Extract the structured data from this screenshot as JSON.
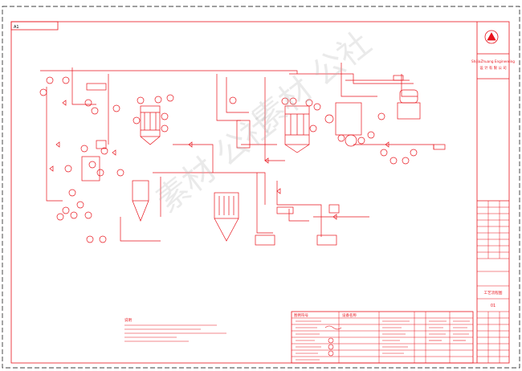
{
  "drawing": {
    "border_color": "#e8141c",
    "sheet_color": "#ffffff",
    "zone_mark": "A1",
    "company_name": "ShiJiaZhuang Engineering",
    "company_subtitle": "设 计 有 限 公 司",
    "drawing_title": "工艺流程图",
    "sheet_number": "01",
    "watermark": "素材 公社"
  },
  "legend_headers": {
    "symbols": "图例符号",
    "equipment": "设备名称"
  },
  "notes_header": "说明"
}
